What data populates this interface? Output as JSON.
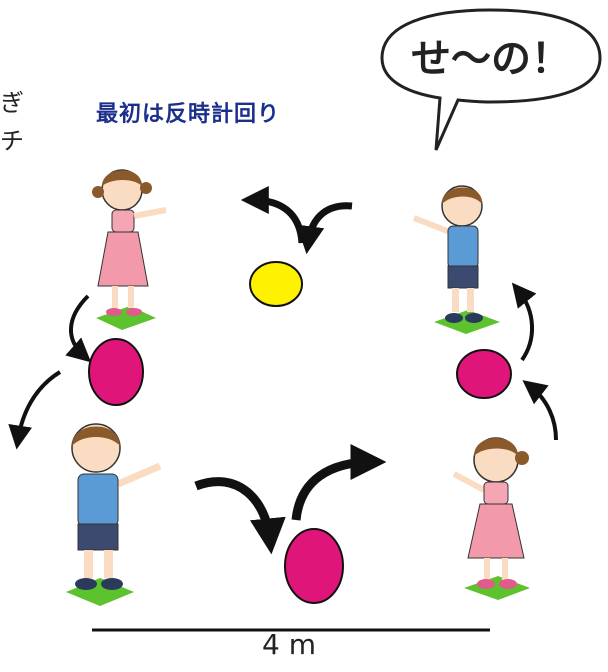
{
  "speech_bubble": {
    "text": "せ〜の！"
  },
  "caption": {
    "text": "最初は反時計回り"
  },
  "left_edge_text": {
    "line1": "ぎ",
    "line2": "チ"
  },
  "distance": {
    "label": "4 m"
  },
  "colors": {
    "yellow_ball": "#fff200",
    "pink_ball": "#e0157a",
    "caption": "#1c2f8c",
    "mat": "#5cc22e"
  }
}
